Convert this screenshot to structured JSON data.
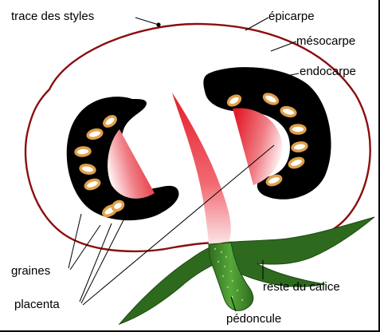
{
  "labels": {
    "trace_styles": "trace des styles",
    "epicarpe": "épicarpe",
    "mesocarpe": "mésocarpe",
    "endocarpe": "endocarpe",
    "graines": "graines",
    "placenta": "placenta",
    "reste_calice": "reste du calice",
    "pedoncule": "pédoncule"
  },
  "colors": {
    "epicarp_outline": "#8b0e0e",
    "endocarp": "#000000",
    "placenta": "#e8303a",
    "seed_ring": "#e0a04a",
    "seed_fill": "#ffffff",
    "calyx": "#2d6a1e",
    "peduncle": "#3a7a25"
  }
}
